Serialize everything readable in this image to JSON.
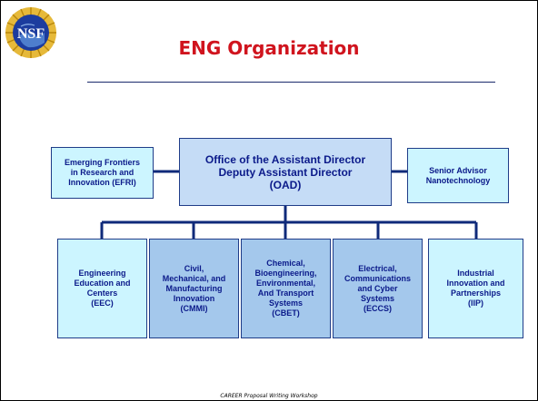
{
  "title": "ENG Organization",
  "logo": {
    "text": "NSF"
  },
  "nodes": {
    "oad": "Office of the Assistant Director\nDeputy Assistant Director\n(OAD)",
    "efri": "Emerging Frontiers\nin Research and\nInnovation (EFRI)",
    "senior": "Senior Advisor\nNanotechnology"
  },
  "divisions": [
    "Engineering\nEducation and\nCenters\n(EEC)",
    "Civil,\nMechanical, and\nManufacturing\nInnovation\n(CMMI)",
    "Chemical,\nBioengineering,\nEnvironmental,\nAnd Transport\nSystems\n(CBET)",
    "Electrical,\nCommunications\nand Cyber\nSystems\n(ECCS)",
    "Industrial\nInnovation and\nPartnerships\n(IIP)"
  ],
  "footer": "CAREER Proposal Writing Workshop",
  "colors": {
    "title": "#d0141e",
    "box_text": "#0b1a8a",
    "connector": "#0f2a7a",
    "light_box": "#ccf5ff",
    "dark_box": "#a4c8ec"
  }
}
